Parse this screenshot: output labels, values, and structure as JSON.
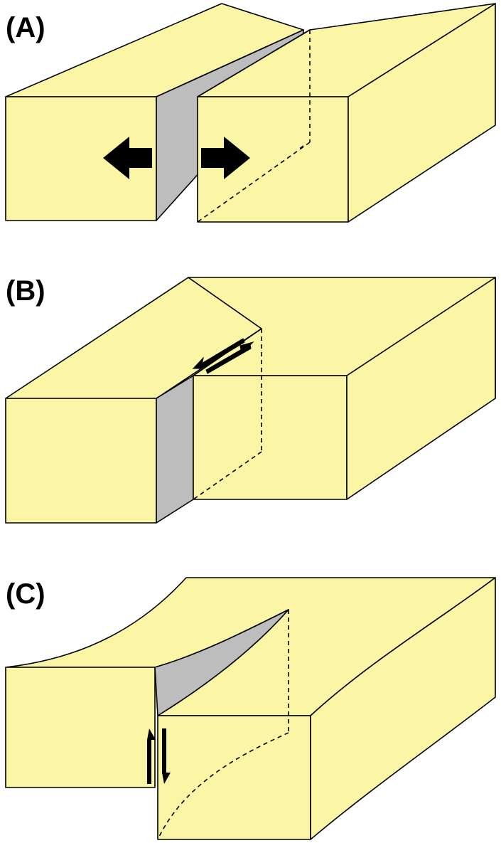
{
  "figure": {
    "colors": {
      "block_fill": "#FBF5A6",
      "fracture_face": "#BDBDBD",
      "outline": "#000000",
      "arrow": "#000000"
    },
    "panels": [
      {
        "label": "(A)",
        "mode": "opening",
        "arrow_icon": "double-horizontal-arrow-icon"
      },
      {
        "label": "(B)",
        "mode": "sliding",
        "arrow_icon": "half-arrow-pair-icon"
      },
      {
        "label": "(C)",
        "mode": "tearing",
        "arrow_icon": "vertical-half-arrow-pair-icon"
      }
    ]
  }
}
